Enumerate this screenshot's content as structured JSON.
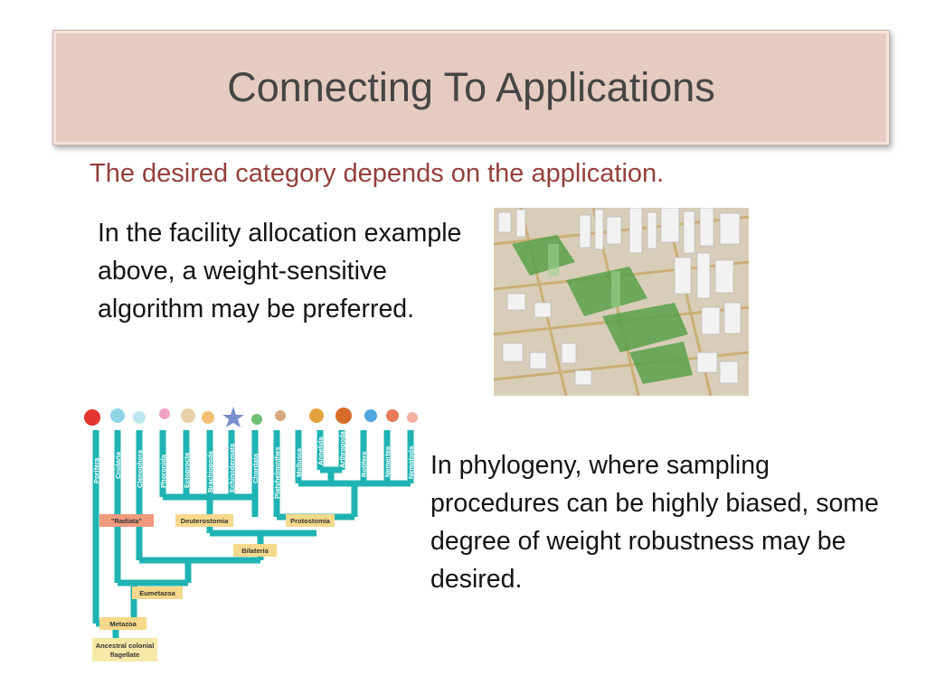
{
  "slide": {
    "title": "Connecting To Applications",
    "subtitle": "The desired category depends on the application.",
    "paragraph_left": "In the facility allocation example above, a weight-sensitive algorithm may be preferred.",
    "paragraph_right": "In phylogeny, where sampling procedures can be highly biased, some degree of weight robustness may be desired."
  },
  "phylogeny": {
    "taxa": [
      "Porifera",
      "Cnidaria",
      "Ctenophora",
      "Phoronida",
      "Ectoprocta",
      "Brachiopoda",
      "Echinodermata",
      "Chordata",
      "Platyhelminthes",
      "Mollusca",
      "Annelida",
      "Arthropoda",
      "Rotifera",
      "Nemertea",
      "Nematoda"
    ],
    "clades": {
      "radiata": "\"Radiata\"",
      "deuterostomia": "Deuterostomia",
      "protostomia": "Protostomia",
      "bilateria": "Bilateria",
      "eumetazoa": "Eumetazoa",
      "metazoa": "Metazoa",
      "ancestral_line1": "Ancestral colonial",
      "ancestral_line2": "flagellate"
    }
  },
  "colors": {
    "title_box": "#e6cbc0",
    "subtitle": "#94403c",
    "tree_branch": "#1fb3b3",
    "clade_label": "#f6d98a",
    "radiata_label": "#f09a7e"
  },
  "icons": [
    "city-aerial-image",
    "sponge-icon",
    "jellyfish-icon",
    "crab-icon",
    "starfish-icon",
    "snail-icon",
    "worm-icon"
  ]
}
